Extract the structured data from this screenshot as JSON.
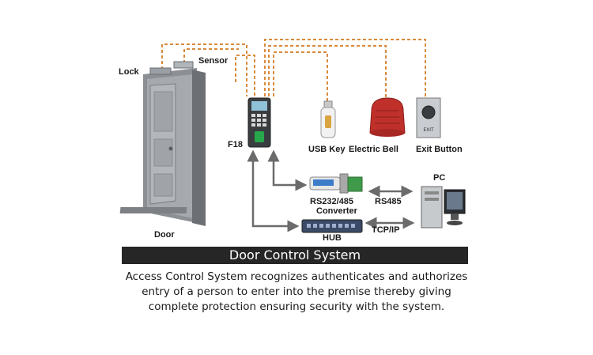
{
  "labels": {
    "lock": "Lock",
    "sensor": "Sensor",
    "f18": "F18",
    "usb_key": "USB Key",
    "electric_bell": "Electric Bell",
    "exit_button": "Exit Button",
    "pc": "PC",
    "converter_line1": "RS232/485",
    "converter_line2": "Converter",
    "rs485": "RS485",
    "tcpip": "TCP/IP",
    "hub": "HUB",
    "door": "Door"
  },
  "exit_button_text": "EXIT",
  "caption": "Door Control System",
  "description": {
    "line1": "Access Control System recognizes authenticates and authorizes",
    "line2": "entry of a person to enter into the premise thereby giving",
    "line3": "complete protection ensuring security with the system."
  },
  "colors": {
    "wire": "#d98a3a",
    "connector": "#6b6b6b",
    "caption_bg": "#262626",
    "bell": "#c0302a"
  }
}
